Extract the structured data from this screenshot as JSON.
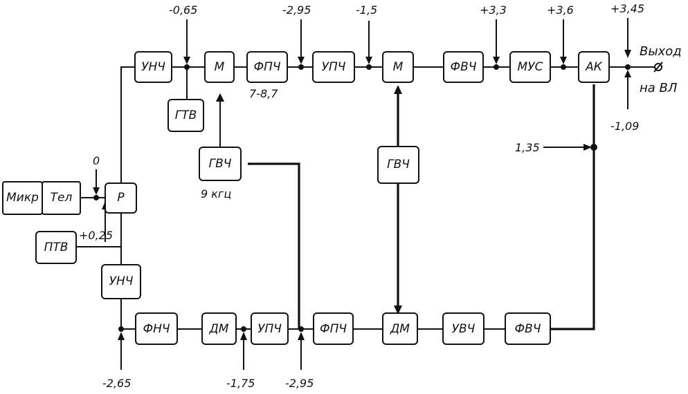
{
  "blocks": {
    "unch_top": "УНЧ",
    "m_1": "М",
    "fpch_top": "ФПЧ",
    "upch_top": "УПЧ",
    "m_2": "М",
    "fvch_top": "ФВЧ",
    "mus": "МУС",
    "ak": "АК",
    "gtv": "ГТВ",
    "gvch_1": "ГВЧ",
    "gvch_2": "ГВЧ",
    "mikr": "Микр",
    "tel": "Тел",
    "r": "Р",
    "ptv": "ПТВ",
    "unch_bottom": "УНЧ",
    "fnch": "ФНЧ",
    "dm_1": "ДМ",
    "upch_bottom": "УПЧ",
    "fpch_bottom": "ФПЧ",
    "dm_2": "ДМ",
    "uvch": "УВЧ",
    "fvch_bottom": "ФВЧ"
  },
  "levels": {
    "top_unch_m": "-0,65",
    "top_fpch_upch": "-2,95",
    "top_upch_m": "-1,5",
    "top_fvch_mus": "+3,3",
    "top_mus_ak": "+3,6",
    "top_output": "+3,45",
    "output_return": "-1,09",
    "ak_side": "1,35",
    "tel_r": "0",
    "ptv_r": "+0,25",
    "bottom_unch_fnch": "-2,65",
    "bottom_dm_upch": "-1,75",
    "bottom_upch_fpch": "-2,95"
  },
  "annotations": {
    "fpch_band": "7-8,7",
    "gvch_freq": "9 кгц",
    "output_line1": "Выход",
    "output_line2": "на ВЛ"
  }
}
